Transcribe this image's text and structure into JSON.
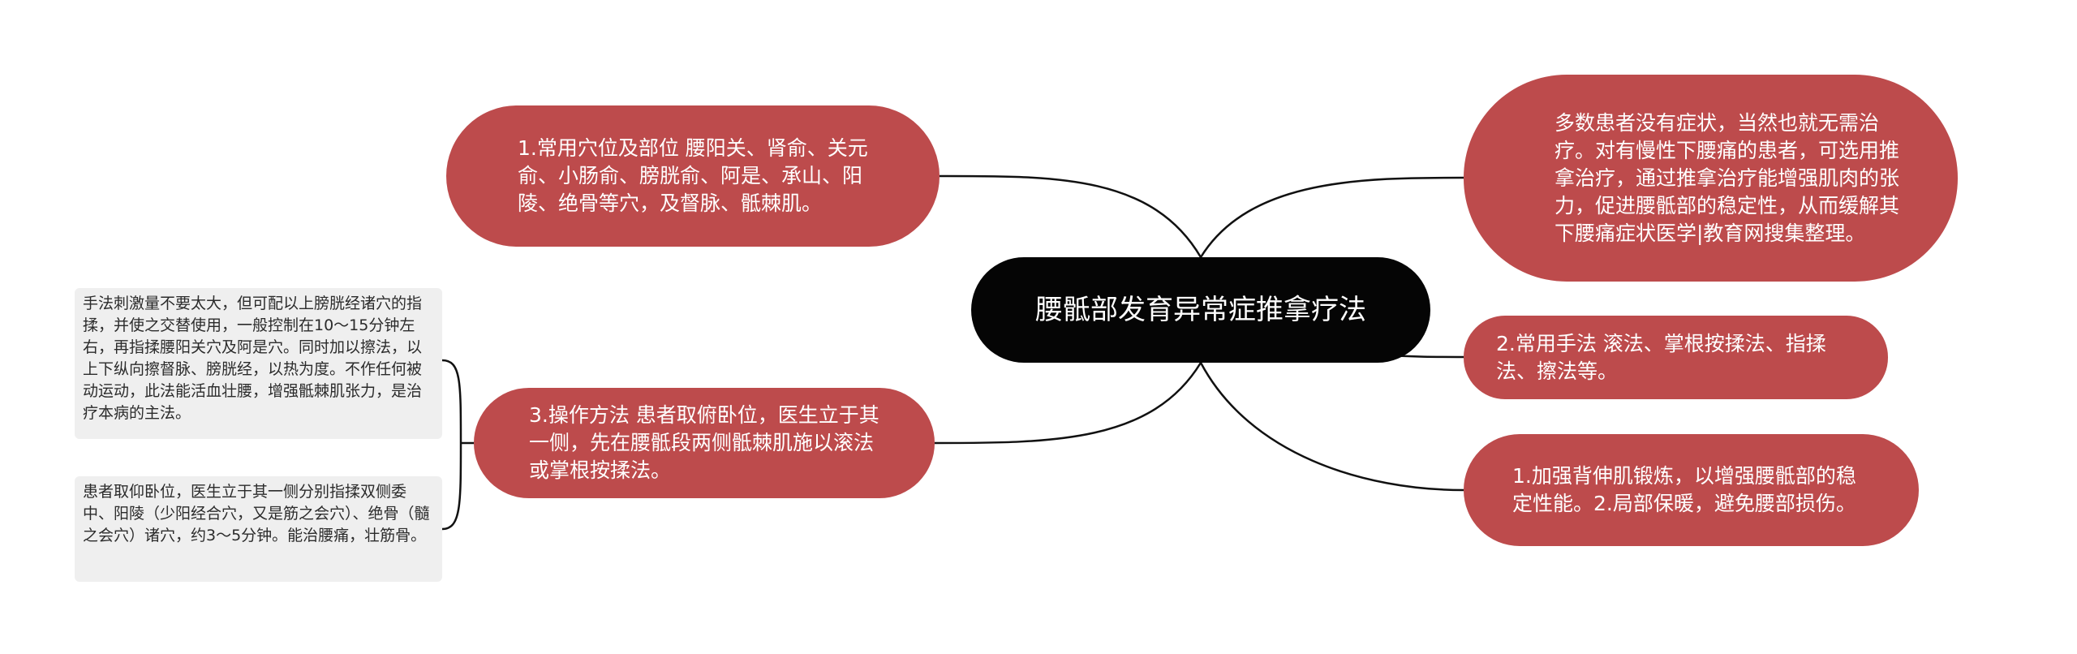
{
  "mindmap": {
    "center": "腰骶部发育异常症推拿疗法",
    "left_nodes": {
      "acupoints": "1.常用穴位及部位 腰阳关、肾俞、关元俞、小肠俞、膀胱俞、阿是、承山、阳陵、绝骨等穴，及督脉、骶棘肌。",
      "operation": "3.操作方法 患者取俯卧位，医生立于其一侧，先在腰骶段两侧骶棘肌施以滚法或掌根按揉法。"
    },
    "right_nodes": {
      "treatment": "多数患者没有症状，当然也就无需治疗。对有慢性下腰痛的患者，可选用推拿治疗，通过推拿治疗能增强肌肉的张力，促进腰骶部的稳定性，从而缓解其下腰痛症状医学|教育网搜集整理。",
      "techniques": "2.常用手法 滚法、掌根按揉法、指揉法、擦法等。",
      "prevention": "1.加强背伸肌锻炼，以增强腰骶部的稳定性能。2.局部保暖，避免腰部损伤。"
    },
    "detail_notes": {
      "note_1": "手法刺激量不要太大，但可配以上膀胱经诸穴的指揉，并使之交替使用，一般控制在10～15分钟左右，再指揉腰阳关穴及阿是穴。同时加以擦法，以上下纵向擦督脉、膀胱经，以热为度。不作任何被动运动，此法能活血壮腰，增强骶棘肌张力，是治疗本病的主法。",
      "note_2": "患者取仰卧位，医生立于其一侧分别指揉双侧委中、阳陵（少阳经合穴，又是筋之会穴）、绝骨（髓之会穴）诸穴，约3～5分钟。能治腰痛，壮筋骨。"
    }
  },
  "colors": {
    "center_fill": "#050505",
    "node_fill": "#bd4b4c",
    "note_fill": "#efefef",
    "connector": "#111111"
  }
}
